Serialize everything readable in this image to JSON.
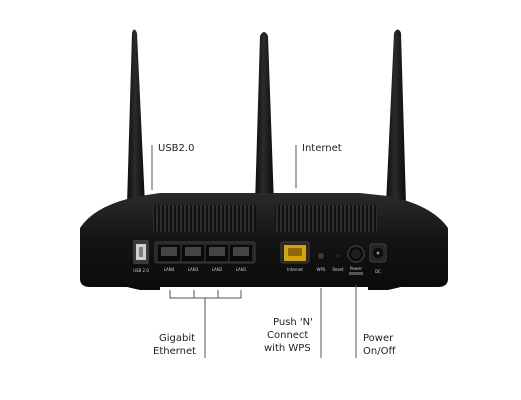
{
  "callouts": {
    "usb": "USB2.0",
    "internet": "Internet",
    "ethernet_line1": "Gigabit",
    "ethernet_line2": "Ethernet",
    "wps_line1": "Push  'N'",
    "wps_line2": "Connect",
    "wps_line3": "with WPS",
    "power_line1": "Power",
    "power_line2": "On/Off"
  },
  "port_labels": {
    "usb": "USB 2.0",
    "lan4": "LAN4",
    "lan3": "LAN3",
    "lan2": "LAN2",
    "lan1": "LAN1",
    "internet": "Internet",
    "wps": "WPS",
    "reset": "Reset",
    "power": "Power",
    "dc": "DC"
  },
  "colors": {
    "body": "#151515",
    "internet_port": "#d9a400",
    "line": "#555555"
  }
}
